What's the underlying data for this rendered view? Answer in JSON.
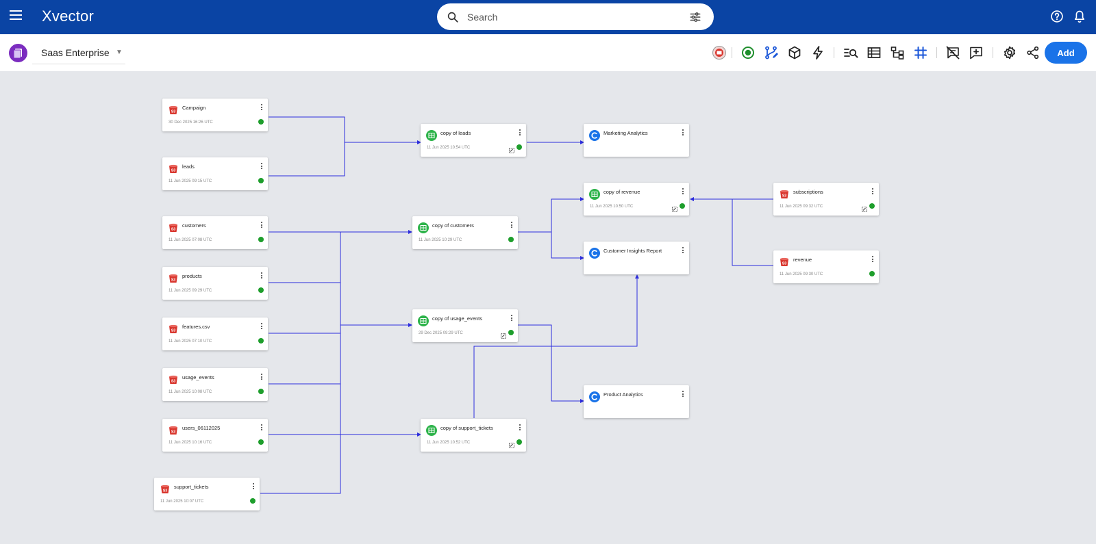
{
  "app": {
    "title": "Xvector"
  },
  "search": {
    "placeholder": "Search"
  },
  "project": {
    "name": "Saas Enterprise"
  },
  "toolbar": {
    "add_label": "Add"
  },
  "colors": {
    "header": "#0a44a4",
    "edge": "#2c2cdd",
    "status_ok": "#1e9e2c",
    "s3": "#d9362e",
    "dataset": "#2db34a",
    "report": "#1a73e8",
    "accent": "#1a73e8"
  },
  "nodes": [
    {
      "id": "campaign",
      "kind": "s3",
      "title": "Campaign",
      "time": "30 Dec 2025 16:26 UTC",
      "status": "green"
    },
    {
      "id": "leads",
      "kind": "s3",
      "title": "leads",
      "time": "11 Jun 2025 09:15 UTC",
      "status": "green"
    },
    {
      "id": "customers",
      "kind": "s3",
      "title": "customers",
      "time": "11 Jun 2025 07:08 UTC",
      "status": "green"
    },
    {
      "id": "products",
      "kind": "s3",
      "title": "products",
      "time": "11 Jun 2025 09:29 UTC",
      "status": "green"
    },
    {
      "id": "features",
      "kind": "s3",
      "title": "features.csv",
      "time": "11 Jun 2025 07:10 UTC",
      "status": "green"
    },
    {
      "id": "usage_events",
      "kind": "s3",
      "title": "usage_events",
      "time": "11 Jun 2025 10:08 UTC",
      "status": "green"
    },
    {
      "id": "users",
      "kind": "s3",
      "title": "users_06112025",
      "time": "11 Jun 2025 10:16 UTC",
      "status": "green"
    },
    {
      "id": "support_tickets",
      "kind": "s3",
      "title": "support_tickets",
      "time": "11 Jun 2025 10:07 UTC",
      "status": "green"
    },
    {
      "id": "copy_leads",
      "kind": "dataset",
      "title": "copy of leads",
      "time": "11 Jun 2025 10:54 UTC",
      "status": "green",
      "sync": true
    },
    {
      "id": "copy_customers",
      "kind": "dataset",
      "title": "copy of customers",
      "time": "11 Jun 2025 10:29 UTC",
      "status": "green"
    },
    {
      "id": "copy_usage",
      "kind": "dataset",
      "title": "copy of usage_events",
      "time": "29 Dec 2025 09:29 UTC",
      "status": "green",
      "sync": true
    },
    {
      "id": "copy_support",
      "kind": "dataset",
      "title": "copy of support_tickets",
      "time": "11 Jun 2025 10:52 UTC",
      "status": "green",
      "sync": true
    },
    {
      "id": "marketing",
      "kind": "report",
      "title": "Marketing Analytics"
    },
    {
      "id": "copy_revenue",
      "kind": "dataset",
      "title": "copy of revenue",
      "time": "11 Jun 2025 10:50 UTC",
      "status": "green",
      "sync": true
    },
    {
      "id": "insights",
      "kind": "report",
      "title": "Customer Insights Report"
    },
    {
      "id": "product_analytics",
      "kind": "report",
      "title": "Product Analytics"
    },
    {
      "id": "subscriptions",
      "kind": "s3",
      "title": "subscriptions",
      "time": "11 Jun 2025 09:32 UTC",
      "status": "green",
      "sync": true
    },
    {
      "id": "revenue",
      "kind": "s3",
      "title": "revenue",
      "time": "11 Jun 2025 09:30 UTC",
      "status": "green"
    }
  ]
}
